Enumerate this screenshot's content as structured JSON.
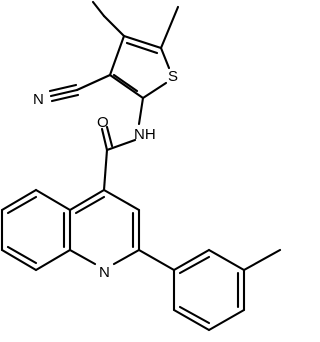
{
  "molecule": {
    "atoms": [
      {
        "key": "S",
        "text": "S"
      },
      {
        "key": "NC",
        "text": "N"
      },
      {
        "key": "NH",
        "text": "NH"
      },
      {
        "key": "O",
        "text": "O"
      },
      {
        "key": "NQ",
        "text": "N"
      }
    ]
  }
}
